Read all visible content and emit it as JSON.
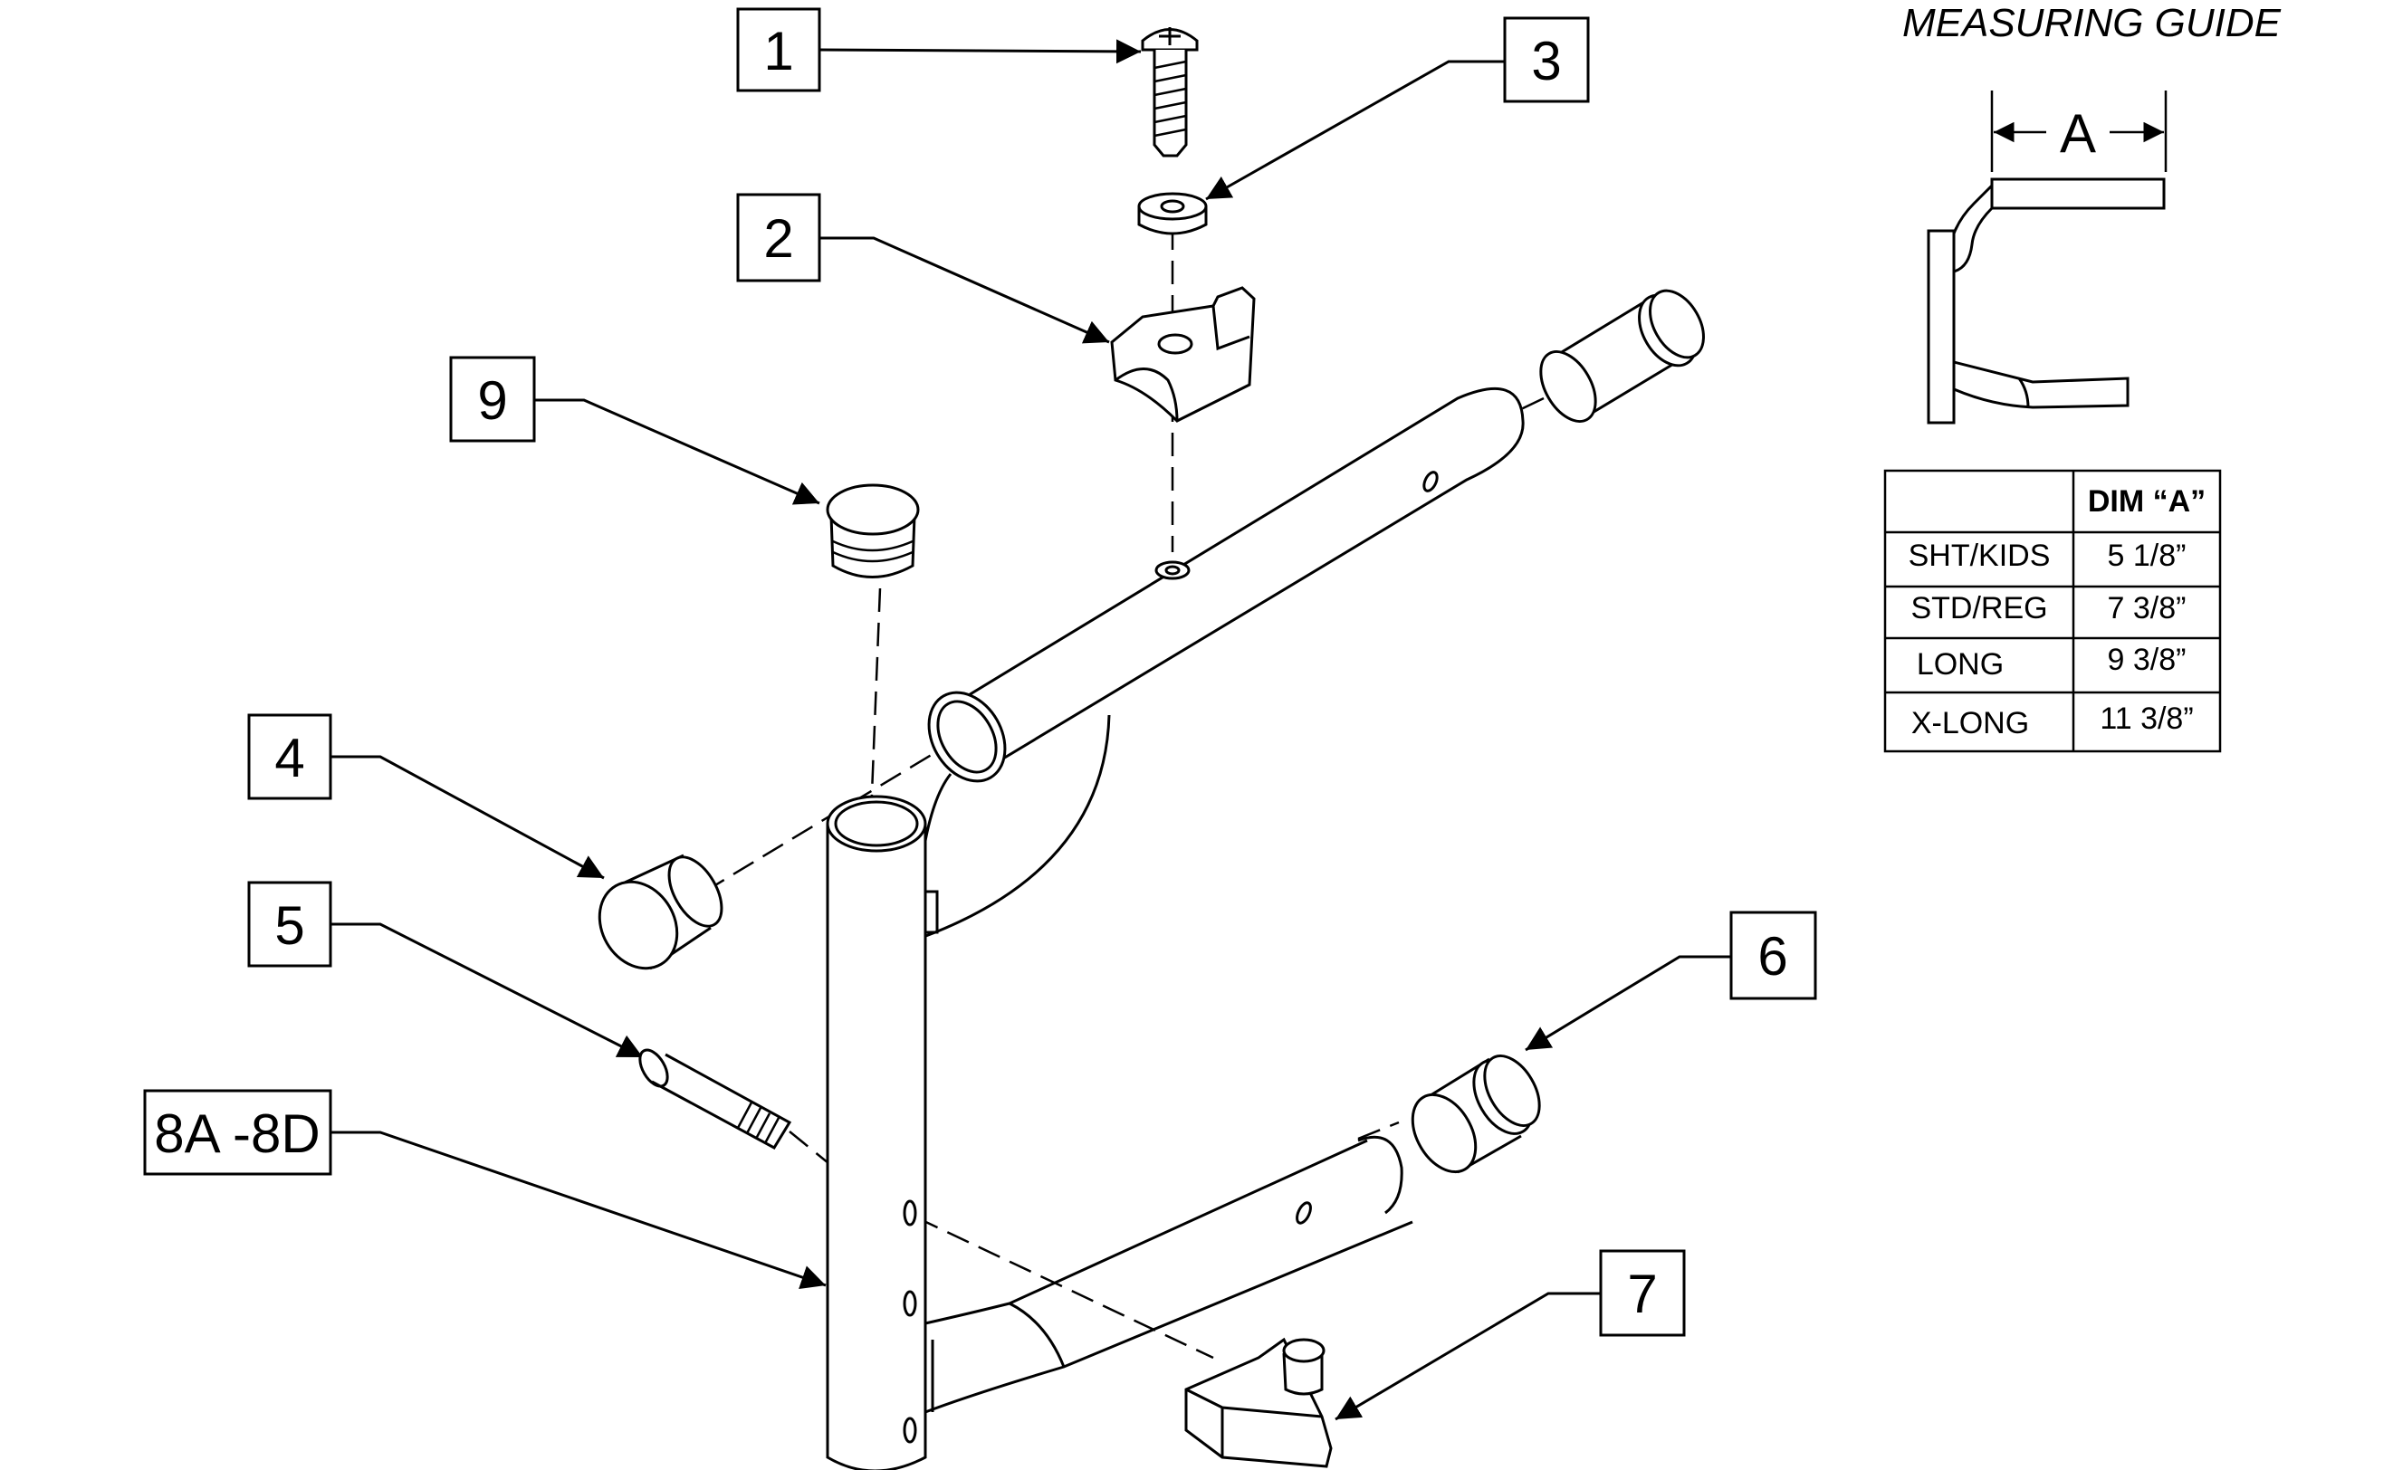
{
  "callouts": [
    {
      "id": "c1",
      "label": "1"
    },
    {
      "id": "c2",
      "label": "2"
    },
    {
      "id": "c3",
      "label": "3"
    },
    {
      "id": "c4",
      "label": "4"
    },
    {
      "id": "c5",
      "label": "5"
    },
    {
      "id": "c6",
      "label": "6"
    },
    {
      "id": "c7",
      "label": "7"
    },
    {
      "id": "c8",
      "label": "8A -8D"
    },
    {
      "id": "c9",
      "label": "9"
    }
  ],
  "measuring_guide": {
    "title": "MEASURING GUIDE",
    "dimension_label": "A",
    "table": {
      "header": [
        "",
        "DIM “A”"
      ],
      "rows": [
        [
          "SHT/KIDS",
          "5 1/8”"
        ],
        [
          "STD/REG",
          "7 3/8”"
        ],
        [
          "LONG",
          "9 3/8”"
        ],
        [
          "X-LONG",
          "11 3/8”"
        ]
      ]
    }
  }
}
